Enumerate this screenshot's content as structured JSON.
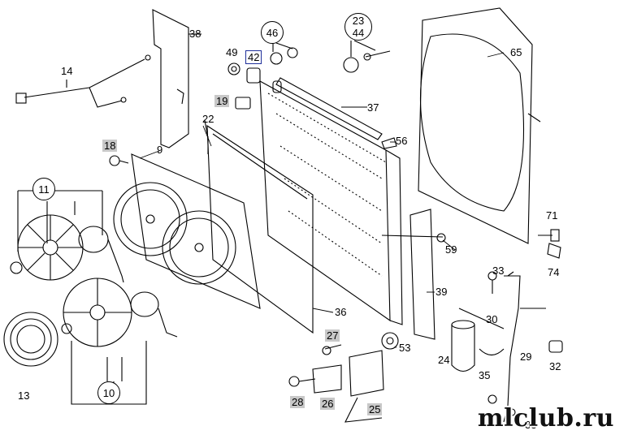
{
  "labels": {
    "p9": "9",
    "p10": "10",
    "p11": "11",
    "p13": "13",
    "p14": "14",
    "p18": "18",
    "p19": "19",
    "p22": "22",
    "p23": "23",
    "p44": "44",
    "p24": "24",
    "p25": "25",
    "p26": "26",
    "p27": "27",
    "p28": "28",
    "p29": "29",
    "p30": "30",
    "p32": "32",
    "p33a": "33",
    "p33b": "33",
    "p35": "35",
    "p36": "36",
    "p37": "37",
    "p38": "38",
    "p39": "39",
    "p42": "42",
    "p46": "46",
    "p49": "49",
    "p53": "53",
    "p56": "56",
    "p59": "59",
    "p65": "65",
    "p71": "71",
    "p74": "74"
  },
  "watermark": "mlclub.ru"
}
